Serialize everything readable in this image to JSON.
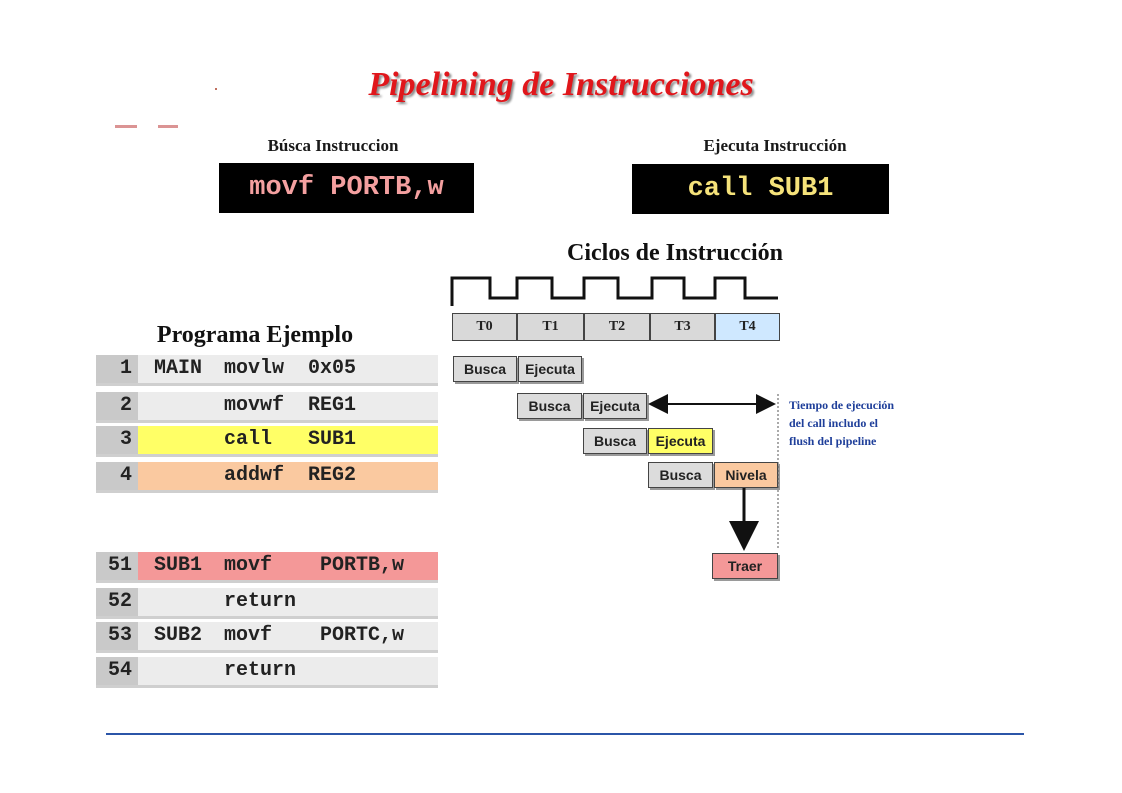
{
  "title": "Pipelining de Instrucciones",
  "stages": {
    "fetch_label": "Búsca Instruccion",
    "fetch_instruction": "movf PORTB,w",
    "execute_label": "Ejecuta Instrucción",
    "execute_instruction": "call SUB1"
  },
  "cycles": {
    "heading": "Ciclos de Instrucción",
    "labels": [
      "T0",
      "T1",
      "T2",
      "T3",
      "T4"
    ]
  },
  "program": {
    "heading": "Programa Ejemplo",
    "rows": [
      {
        "num": "1",
        "label": "MAIN",
        "code": "movlw  0x05",
        "highlight": "#ececec"
      },
      {
        "num": "2",
        "label": "",
        "code": "movwf  REG1",
        "highlight": "#ececec"
      },
      {
        "num": "3",
        "label": "",
        "code": "call   SUB1",
        "highlight": "#ffff66"
      },
      {
        "num": "4",
        "label": "",
        "code": "addwf  REG2",
        "highlight": "#fac9a0"
      },
      {
        "num": "51",
        "label": "SUB1",
        "code": "movf    PORTB,w",
        "highlight": "#f49898"
      },
      {
        "num": "52",
        "label": "",
        "code": "return",
        "highlight": "#ececec"
      },
      {
        "num": "53",
        "label": "SUB2",
        "code": "movf    PORTC,w",
        "highlight": "#ececec"
      },
      {
        "num": "54",
        "label": "",
        "code": "return",
        "highlight": "#ececec"
      }
    ]
  },
  "pipeline": {
    "busca": "Busca",
    "ejecuta": "Ejecuta",
    "nivela": "Nivela",
    "traer": "Traer"
  },
  "note": [
    "Tiempo de ejecución",
    "del  call includo el",
    "flush del pipeline"
  ],
  "colors": {
    "title": "#e0161b",
    "t4_highlight": "#cfe8ff",
    "ejecuta_highlight": "#ffff66",
    "nivela_highlight": "#fac9a0",
    "traer_highlight": "#f49898",
    "note": "#1f3f9a",
    "footer_line": "#2b55a8"
  }
}
